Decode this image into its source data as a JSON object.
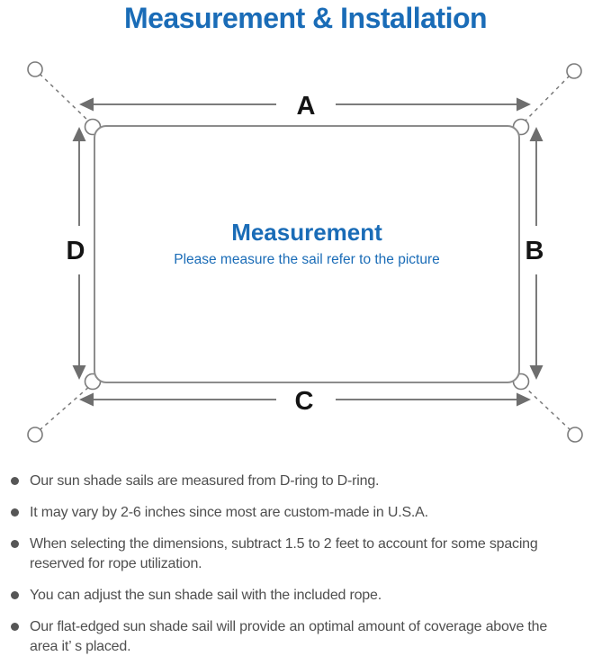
{
  "header": {
    "title": "Measurement & Installation",
    "title_color": "#1a6cb7"
  },
  "diagram": {
    "labels": {
      "top": "A",
      "right": "B",
      "bottom": "C",
      "left": "D"
    },
    "center_title": "Measurement",
    "center_subtitle": "Please measure the sail refer to the picture",
    "line_color": "#7b7b7b",
    "arrow_color": "#6e6e6e",
    "label_color": "#141414",
    "center_text_color": "#1a6cb7"
  },
  "bullets": {
    "text_color": "#4f4f4f",
    "items": [
      {
        "text": "Our sun shade sails are measured from D-ring to D-ring."
      },
      {
        "text": "It may vary by 2-6 inches since most are custom-made in U.S.A."
      },
      {
        "text": "When selecting the dimensions, subtract 1.5 to 2 feet to account for some spacing reserved for rope utilization."
      },
      {
        "text": "You can adjust the sun shade sail with the included rope."
      },
      {
        "text": "Our flat-edged sun shade sail will provide an optimal amount of coverage above the area it’ s placed."
      }
    ]
  }
}
